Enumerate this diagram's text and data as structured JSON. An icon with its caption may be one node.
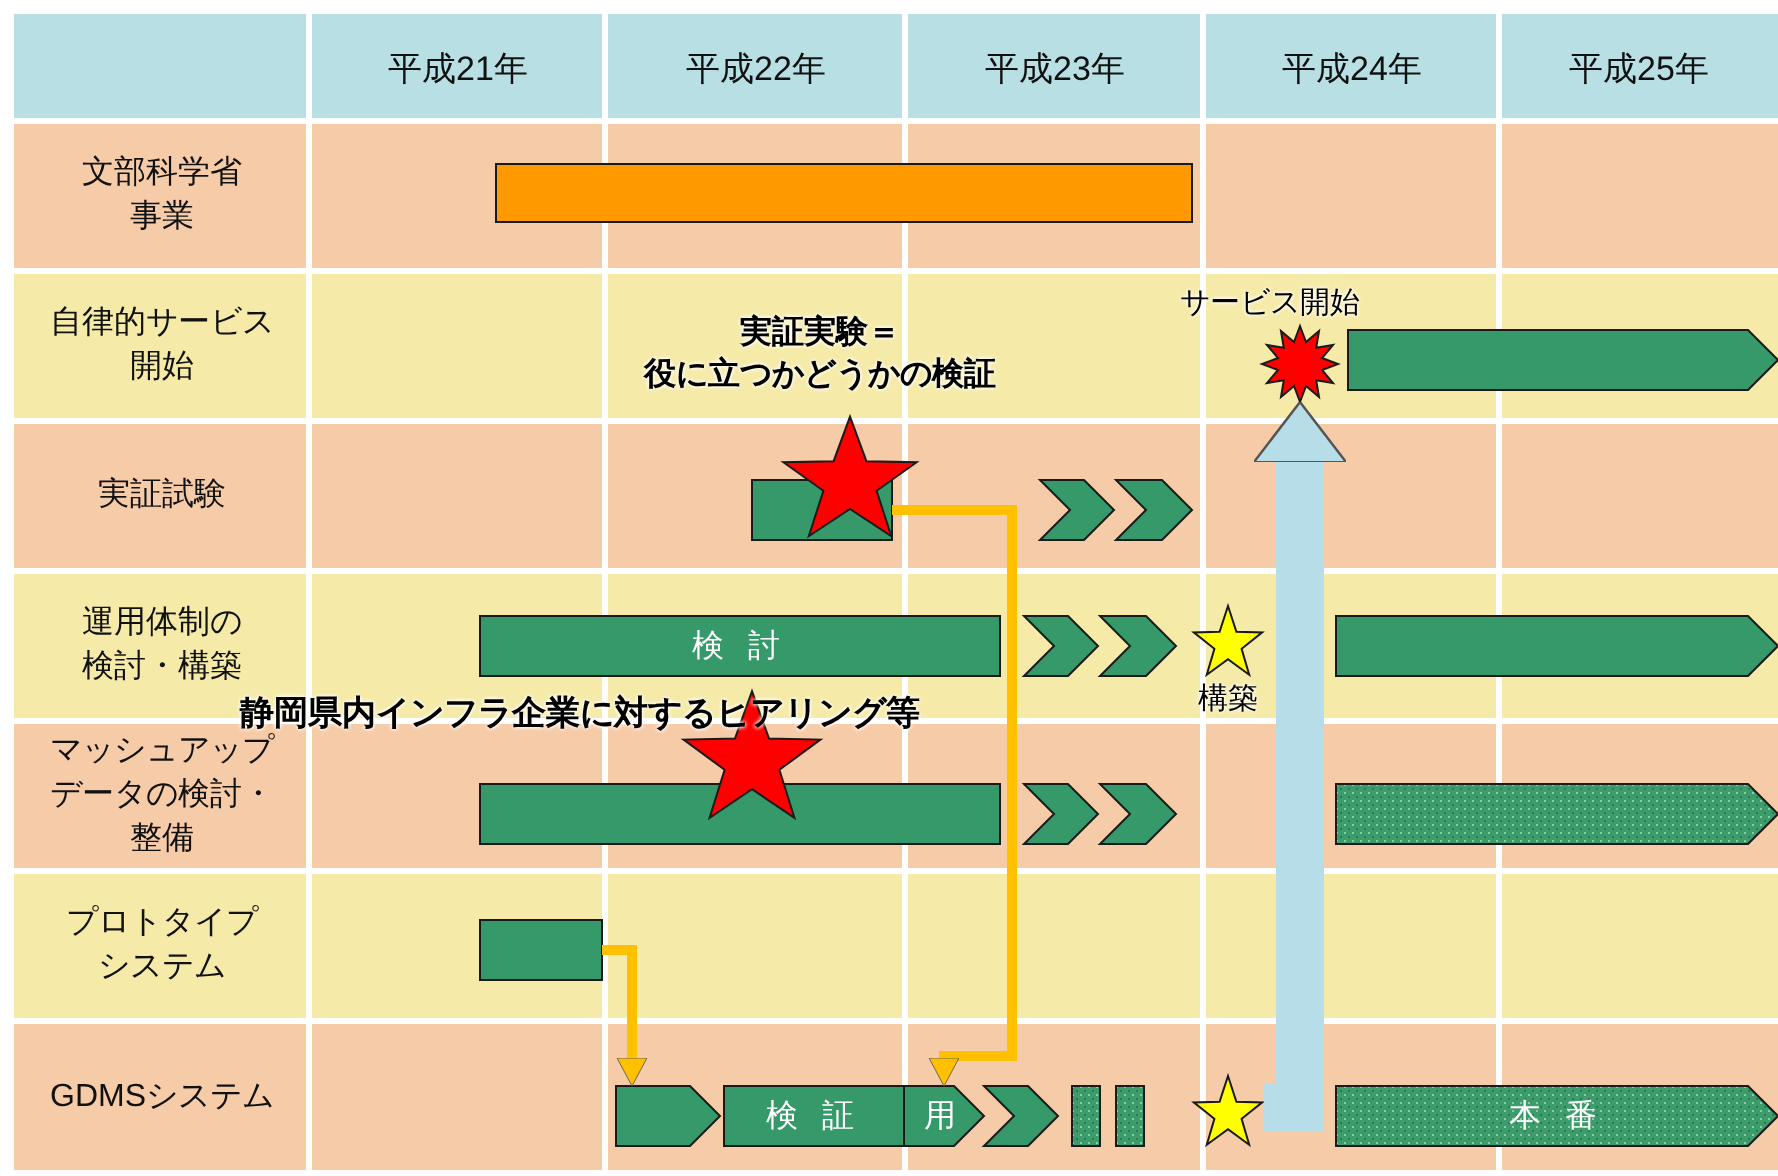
{
  "diagram": {
    "nodes": [
      {
        "text": [],
        "shape": "bar"
      },
      {
        "text": [],
        "shape": "burst",
        "beside": [
          "サービス開始"
        ]
      },
      {
        "text": [],
        "shape": "bar"
      },
      {
        "text": [],
        "shape": "star",
        "beside": [
          "実証実験＝役に立つかどうかの検証"
        ]
      },
      {
        "text": [],
        "shape": "bar"
      },
      {
        "text": [],
        "shape": "bar"
      },
      {
        "text": [],
        "shape": "bar"
      },
      {
        "text": [
          "検 討"
        ]
      },
      {
        "text": [],
        "shape": "bar"
      },
      {
        "text": [],
        "shape": "bar"
      },
      {
        "text": [],
        "shape": "star",
        "beside": [
          "構築"
        ]
      },
      {
        "text": [],
        "shape": "bar"
      },
      {
        "text": [],
        "shape": "star",
        "beside": [
          "静岡県内インフラ企業に対するヒアリング等"
        ]
      },
      {
        "text": [],
        "shape": "bar"
      },
      {
        "text": [],
        "shape": "bar"
      },
      {
        "text": [],
        "shape": "bar"
      },
      {
        "text": [],
        "shape": "bar"
      },
      {
        "text": [],
        "shape": "bar"
      },
      {
        "text": [],
        "shape": "bar"
      },
      {
        "text": [
          "検 証"
        ]
      },
      {
        "text": [
          "用"
        ]
      },
      {
        "text": [],
        "shape": "bar"
      },
      {
        "text": [],
        "shape": "bar"
      },
      {
        "text": [],
        "shape": "bar"
      },
      {
        "text": [],
        "shape": "star"
      },
      {
        "text": [
          "本 番"
        ]
      }
    ],
    "edges": [
      {
        "from": 4,
        "to": 20,
        "arrow": "to"
      },
      {
        "from": 17,
        "to": 18,
        "arrow": "to"
      },
      {
        "from": 24,
        "to": 1,
        "arrow": "to",
        "style": "thick",
        "color": "#b7dde8"
      }
    ],
    "labels": [
      "平成21年",
      "平成22年",
      "平成23年",
      "平成24年",
      "平成25年",
      "文部科学省事業",
      "自律的サービス開始",
      "実証試験",
      "運用体制の検討・構築",
      "マッシュアップデータの検討・整備",
      "プロトタイプシステム",
      "GDMSシステム"
    ]
  }
}
